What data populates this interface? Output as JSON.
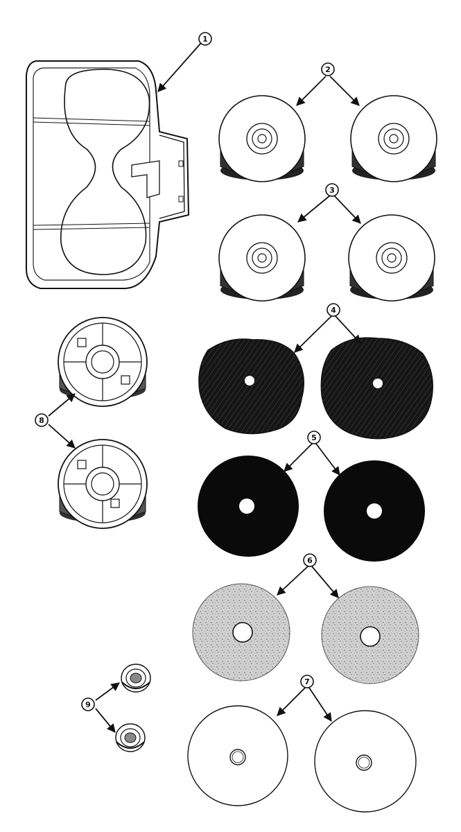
{
  "figure": {
    "callouts": [
      {
        "id": "1",
        "label": "1",
        "part": "housing"
      },
      {
        "id": "2",
        "label": "2",
        "part": "brush-pair"
      },
      {
        "id": "3",
        "label": "3",
        "part": "brush-pair"
      },
      {
        "id": "4",
        "label": "4",
        "part": "textured-pad-pair"
      },
      {
        "id": "5",
        "label": "5",
        "part": "black-pad-pair"
      },
      {
        "id": "6",
        "label": "6",
        "part": "speckled-pad-pair"
      },
      {
        "id": "7",
        "label": "7",
        "part": "white-pad-pair"
      },
      {
        "id": "8",
        "label": "8",
        "part": "pad-holder-pair"
      },
      {
        "id": "9",
        "label": "9",
        "part": "center-lock-pair"
      }
    ],
    "colors": {
      "ink": "#111111",
      "paper": "#ffffff",
      "solid_pad": "#0a0a0a",
      "speckle": "#c8c8c8"
    }
  }
}
